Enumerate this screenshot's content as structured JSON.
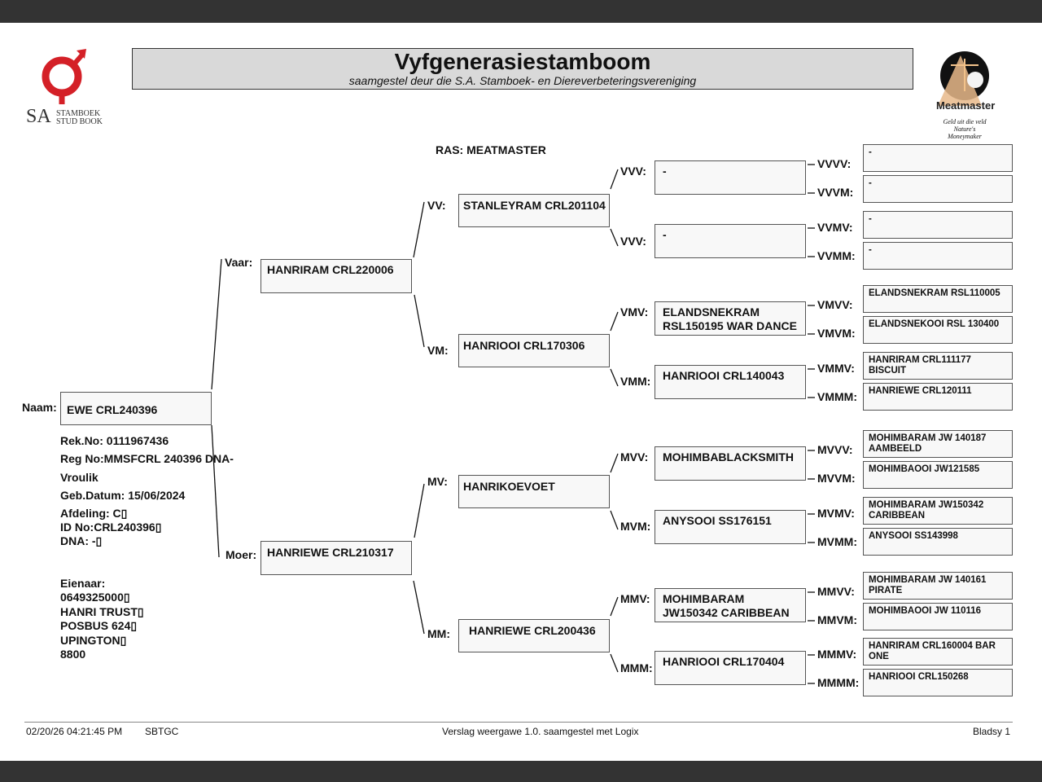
{
  "header": {
    "title": "Vyfgenerasiestamboom",
    "subtitle": "saamgestel deur die S.A. Stamboek- en Diereverbeteringsvereniging",
    "logo_left": {
      "icon": "sa-stud-book-logo",
      "line1": "SA",
      "line2": "STAMBOEK",
      "line3": "STUD BOOK"
    },
    "logo_right": {
      "icon": "meatmaster-logo",
      "name": "Meatmaster",
      "tagline1": "Geld uit die veld",
      "tagline2": "Nature's Moneymaker"
    },
    "breed": "RAS: MEATMASTER"
  },
  "animal": {
    "label": "Naam:",
    "name": "EWE CRL240396",
    "rek_no": "Rek.No: 0111967436",
    "reg_no": "Reg No:MMSFCRL 240396 DNA-",
    "sex": "Vroulik",
    "birth": "Geb.Datum: 15/06/2024",
    "afdeling": "Afdeling: C▯",
    "id_no": "ID No:CRL240396▯",
    "dna": "DNA: -▯",
    "owner_label": "Eienaar:",
    "owner_lines": [
      "0649325000▯",
      "HANRI TRUST▯",
      "POSBUS 624▯",
      "UPINGTON▯",
      "8800"
    ]
  },
  "gen1": {
    "sire": {
      "label": "Vaar:",
      "name": "HANRIRAM CRL220006"
    },
    "dam": {
      "label": "Moer:",
      "name": "HANRIEWE CRL210317"
    }
  },
  "gen2": [
    {
      "label": "VV:",
      "name": "STANLEYRAM CRL201104"
    },
    {
      "label": "VM:",
      "name": "HANRIOOI CRL170306"
    },
    {
      "label": "MV:",
      "name": "HANRIKOEVOET"
    },
    {
      "label": "MM:",
      "name": "HANRIEWE CRL200436"
    }
  ],
  "gen3": [
    {
      "label": "VVV:",
      "name": "-"
    },
    {
      "label": "VVV:",
      "name": "-"
    },
    {
      "label": "VMV:",
      "name": "ELANDSNEKRAM RSL150195 WAR DANCE"
    },
    {
      "label": "VMM:",
      "name": "HANRIOOI CRL140043"
    },
    {
      "label": "MVV:",
      "name": "MOHIMBABLACKSMITH"
    },
    {
      "label": "MVM:",
      "name": "ANYSOOI SS176151"
    },
    {
      "label": "MMV:",
      "name": "MOHIMBARAM JW150342 CARIBBEAN"
    },
    {
      "label": "MMM:",
      "name": "HANRIOOI CRL170404"
    }
  ],
  "gen4": [
    {
      "label": "VVVV:",
      "name": "-"
    },
    {
      "label": "VVVM:",
      "name": "-"
    },
    {
      "label": "VVMV:",
      "name": "-"
    },
    {
      "label": "VVMM:",
      "name": "-"
    },
    {
      "label": "VMVV:",
      "name": "ELANDSNEKRAM RSL110005"
    },
    {
      "label": "VMVM:",
      "name": "ELANDSNEKOOI RSL 130400"
    },
    {
      "label": "VMMV:",
      "name": "HANRIRAM CRL111177 BISCUIT"
    },
    {
      "label": "VMMM:",
      "name": "HANRIEWE CRL120111"
    },
    {
      "label": "MVVV:",
      "name": "MOHIMBARAM JW 140187 AAMBEELD"
    },
    {
      "label": "MVVM:",
      "name": "MOHIMBAOOI JW121585"
    },
    {
      "label": "MVMV:",
      "name": "MOHIMBARAM JW150342 CARIBBEAN"
    },
    {
      "label": "MVMM:",
      "name": "ANYSOOI SS143998"
    },
    {
      "label": "MMVV:",
      "name": "MOHIMBARAM JW 140161 PIRATE"
    },
    {
      "label": "MMVM:",
      "name": "MOHIMBAOOI JW 110116"
    },
    {
      "label": "MMMV:",
      "name": "HANRIRAM CRL160004 BAR ONE"
    },
    {
      "label": "MMMM:",
      "name": "HANRIOOI CRL150268"
    }
  ],
  "footer": {
    "timestamp": "02/20/26 04:21:45 PM",
    "code": "SBTGC",
    "report": "Verslag weergawe 1.0. saamgestel met Logix",
    "page": "Bladsy 1"
  },
  "colors": {
    "logo_red": "#d42027",
    "title_bg": "#d9d9d9",
    "box_bg": "#f8f8f8",
    "frame": "#333333"
  }
}
